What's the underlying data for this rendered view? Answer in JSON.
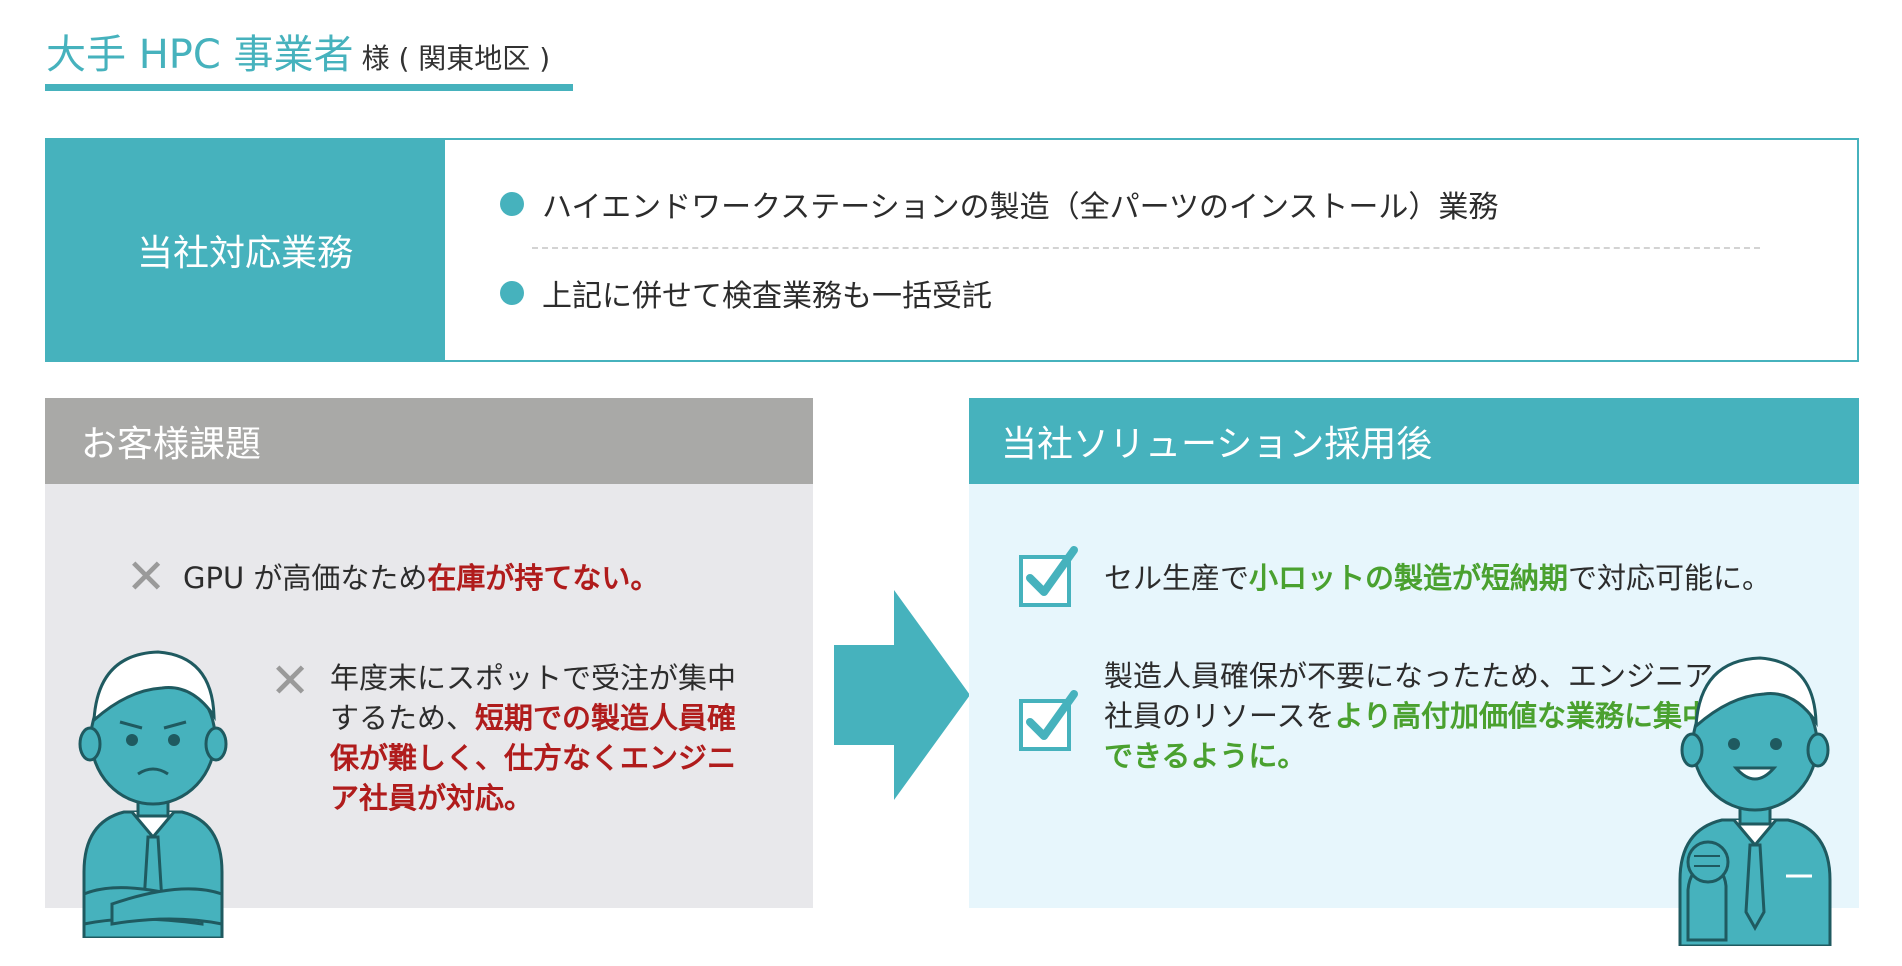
{
  "header": {
    "title": "大手 HPC 事業者",
    "subtitle": "様 ( 関東地区 )"
  },
  "services": {
    "heading": "当社対応業務",
    "items": [
      "ハイエンドワークステーションの製造（全パーツのインストール）業務",
      "上記に併せて検査業務も一括受託"
    ]
  },
  "problems": {
    "heading": "お客様課題",
    "items": [
      {
        "parts": [
          {
            "text": "GPU が高価なため",
            "emphasis": false
          },
          {
            "text": "在庫が持てない。",
            "emphasis": true
          }
        ]
      },
      {
        "parts": [
          {
            "text": "年度末にスポットで受注が集中するため、",
            "emphasis": false
          },
          {
            "text": "短期での製造人員確保が難しく、仕方なくエンジニア社員が対応。",
            "emphasis": true
          }
        ]
      }
    ]
  },
  "solutions": {
    "heading": "当社ソリューション採用後",
    "items": [
      {
        "parts": [
          {
            "text": "セル生産で",
            "emphasis": false
          },
          {
            "text": "小ロットの製造が短納期",
            "emphasis": true
          },
          {
            "text": "で対応可能に。",
            "emphasis": false
          }
        ]
      },
      {
        "parts": [
          {
            "text": "製造人員確保が不要になったため、エンジニア社員のリソースを",
            "emphasis": false
          },
          {
            "text": "より高付加価値な業務に集中できるように。",
            "emphasis": true
          }
        ]
      }
    ]
  },
  "icons": {
    "problem_marker": "✕",
    "solution_marker": "check-box-icon",
    "bullet": "circle-bullet-icon",
    "arrow": "right-arrow-icon"
  },
  "colors": {
    "accent": "#46b2bd",
    "problem_header": "#a9a9a7",
    "problem_bg": "#e8e8eb",
    "solution_bg": "#e7f6fc",
    "problem_emphasis": "#b01c1c",
    "solution_emphasis": "#4aa12f"
  }
}
